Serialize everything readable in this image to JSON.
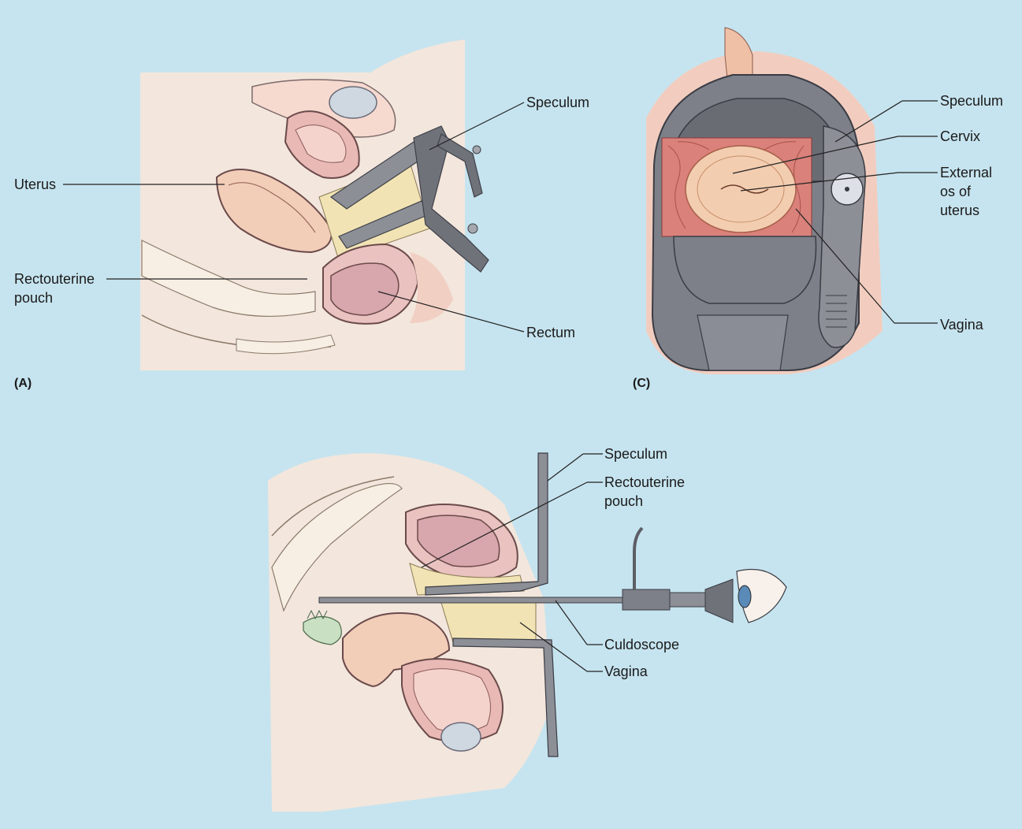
{
  "panels": {
    "a": {
      "letter": "(A)",
      "labels": {
        "speculum": "Speculum",
        "uterus": "Uterus",
        "rectouterine_line1": "Rectouterine",
        "rectouterine_line2": "pouch",
        "rectum": "Rectum"
      }
    },
    "b": {
      "labels": {
        "speculum": "Speculum",
        "rectouterine_line1": "Rectouterine",
        "rectouterine_line2": "pouch",
        "culdoscope": "Culdoscope",
        "vagina": "Vagina"
      }
    },
    "c": {
      "letter": "(C)",
      "labels": {
        "speculum": "Speculum",
        "cervix": "Cervix",
        "external_line1": "External",
        "external_line2": "os of",
        "external_line3": "uterus",
        "vagina": "Vagina"
      }
    }
  },
  "colors": {
    "background": "#c6e4ef",
    "tissue": "#f3e6dc",
    "uterus_pink": "#e9b9b5",
    "rectum_pink": "#d8a6ad",
    "cervix_red": "#d9817a",
    "instrument_gray": "#8d8f96",
    "instrument_dark": "#5c5e66",
    "yellow_fat": "#f1e3b4"
  }
}
